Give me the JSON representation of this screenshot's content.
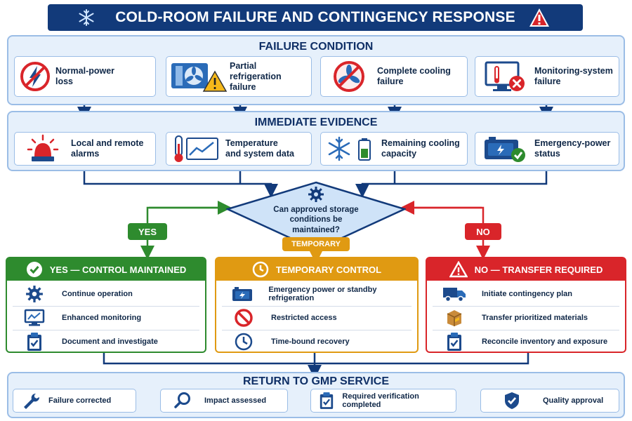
{
  "title": "COLD-ROOM FAILURE AND CONTINGENCY RESPONSE",
  "failure_condition": {
    "heading": "FAILURE CONDITION",
    "items": [
      {
        "label": "Normal-power loss",
        "icon": "no-power-icon"
      },
      {
        "label": "Partial refrigeration failure",
        "icon": "refrigeration-warning-icon"
      },
      {
        "label": "Complete cooling failure",
        "icon": "no-fan-icon"
      },
      {
        "label": "Monitoring-system failure",
        "icon": "monitor-error-icon"
      }
    ]
  },
  "immediate_evidence": {
    "heading": "IMMEDIATE EVIDENCE",
    "items": [
      {
        "label": "Local and remote alarms",
        "icon": "alarm-light-icon"
      },
      {
        "label": "Temperature and system data",
        "icon": "thermometer-chart-icon"
      },
      {
        "label": "Remaining cooling capacity",
        "icon": "snowflake-battery-icon"
      },
      {
        "label": "Emergency-power status",
        "icon": "generator-check-icon"
      }
    ]
  },
  "decision": {
    "question": "Can approved storage conditions be maintained?",
    "yes_tag": "YES",
    "no_tag": "NO",
    "temporary_tag": "TEMPORARY"
  },
  "branches": {
    "yes": {
      "heading": "YES — CONTROL MAINTAINED",
      "color": "#2e8b2e",
      "items": [
        {
          "label": "Continue operation",
          "icon": "gear-icon"
        },
        {
          "label": "Enhanced monitoring",
          "icon": "monitor-chart-icon"
        },
        {
          "label": "Document and investigate",
          "icon": "clipboard-check-icon"
        }
      ]
    },
    "temporary": {
      "heading": "TEMPORARY CONTROL",
      "color": "#e09a12",
      "items": [
        {
          "label": "Emergency power or standby refrigeration",
          "icon": "generator-icon"
        },
        {
          "label": "Restricted access",
          "icon": "no-entry-icon"
        },
        {
          "label": "Time-bound recovery",
          "icon": "clock-icon"
        }
      ]
    },
    "no": {
      "heading": "NO — TRANSFER REQUIRED",
      "color": "#d9252a",
      "items": [
        {
          "label": "Initiate contingency plan",
          "icon": "truck-icon"
        },
        {
          "label": "Transfer prioritized materials",
          "icon": "box-icon"
        },
        {
          "label": "Reconcile inventory and exposure",
          "icon": "clipboard-check-icon"
        }
      ]
    }
  },
  "return_service": {
    "heading": "RETURN TO GMP SERVICE",
    "steps": [
      {
        "label": "Failure corrected",
        "icon": "wrench-icon"
      },
      {
        "label": "Impact assessed",
        "icon": "magnifier-icon"
      },
      {
        "label": "Required verification completed",
        "icon": "clipboard-check-icon"
      },
      {
        "label": "Quality approval",
        "icon": "shield-check-icon"
      }
    ]
  },
  "colors": {
    "navy": "#123a7a",
    "panel": "#e6f0fb",
    "yes": "#2e8b2e",
    "temporary": "#e09a12",
    "no": "#d9252a"
  }
}
